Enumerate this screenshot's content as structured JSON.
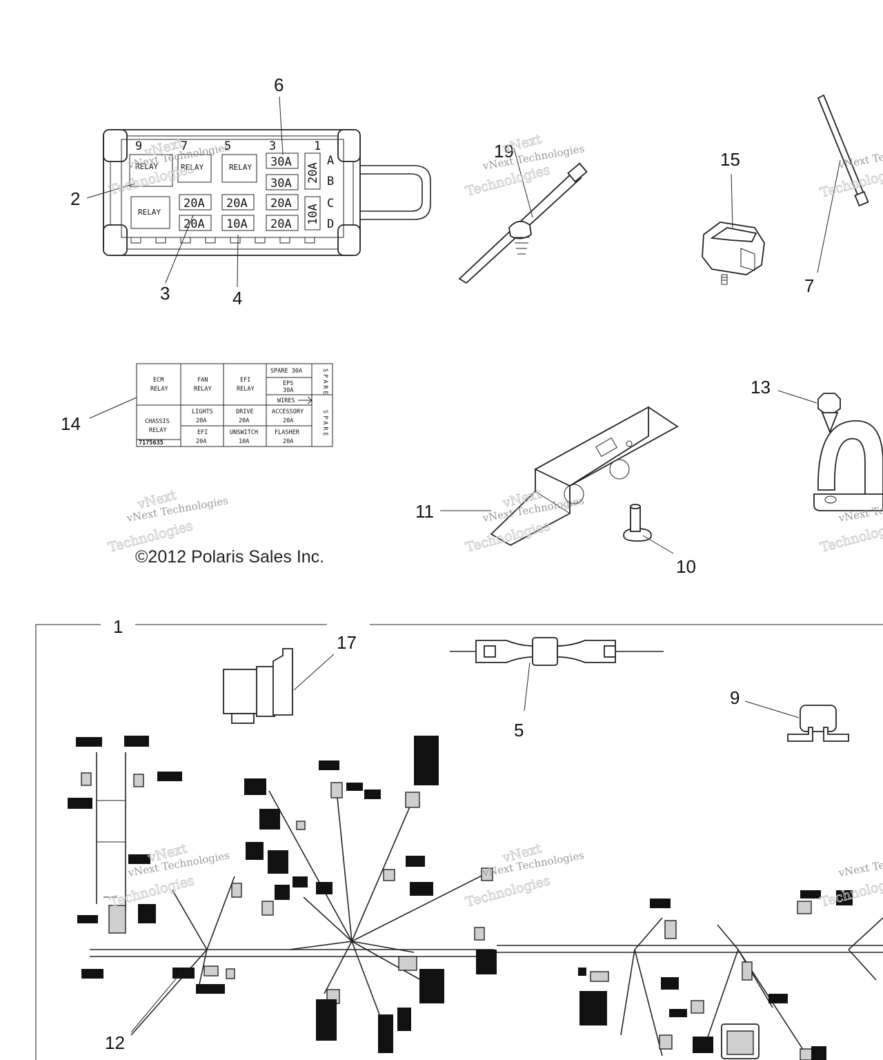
{
  "diagram": {
    "callouts": {
      "c1": "1",
      "c2": "2",
      "c3": "3",
      "c4": "4",
      "c5": "5",
      "c6": "6",
      "c7": "7",
      "c9": "9",
      "c10": "10",
      "c11": "11",
      "c12": "12",
      "c13": "13",
      "c14": "14",
      "c15": "15",
      "c17": "17",
      "c19": "19"
    },
    "fuse_box": {
      "top_numbers": [
        "9",
        "7",
        "5",
        "3",
        "1"
      ],
      "row_letters": [
        "A",
        "B",
        "C",
        "D"
      ],
      "relays": [
        "RELAY",
        "RELAY",
        "RELAY",
        "RELAY"
      ],
      "fuses": {
        "f30a_1": "30A",
        "f30a_2": "30A",
        "f20a_side": "20A",
        "f20a_r3c1": "20A",
        "f20a_r3c2": "20A",
        "f20a_r3c3": "20A",
        "f10a_side": "10A",
        "f20a_r4c1": "20A",
        "f10a_r4c2": "10A",
        "f20a_r4c3": "20A"
      }
    },
    "label_table": {
      "ecm": [
        "ECM",
        "RELAY"
      ],
      "fan": [
        "FAN",
        "RELAY"
      ],
      "efi_relay": [
        "EFI",
        "RELAY"
      ],
      "spare_30a": "SPARE 30A",
      "eps": [
        "EPS",
        "30A"
      ],
      "spare_vertical_1": "SPARE",
      "wires": "WIRES",
      "chassis": [
        "CHASSIS",
        "RELAY"
      ],
      "lights": [
        "LIGHTS",
        "20A"
      ],
      "drive": [
        "DRIVE",
        "20A"
      ],
      "accessory": [
        "ACCESSORY",
        "20A"
      ],
      "efi_fuse": [
        "EFI",
        "20A"
      ],
      "unswitch": [
        "UNSWITCH",
        "10A"
      ],
      "flasher": [
        "FLASHER",
        "20A"
      ],
      "spare_vertical_2": "SPARE",
      "part_number": "7175635"
    },
    "copyright": "©2012 Polaris Sales Inc.",
    "watermark": {
      "line1": "vNext",
      "line2": "vNext Technologies",
      "line3": "Technologies"
    }
  }
}
